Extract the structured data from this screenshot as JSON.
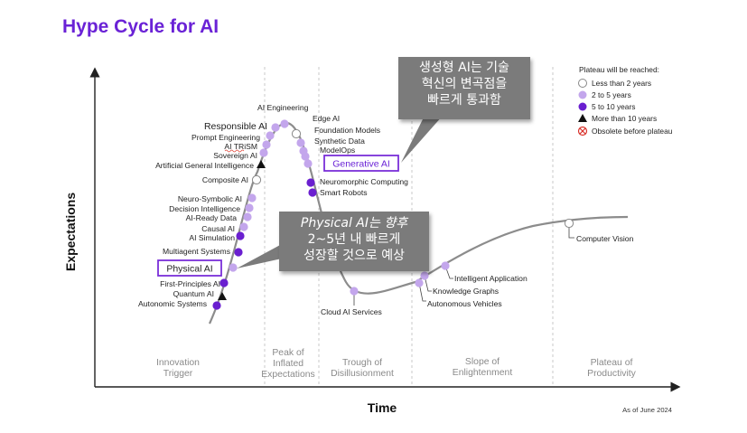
{
  "title": "Hype Cycle for AI",
  "axes": {
    "y_label": "Expectations",
    "x_label": "Time"
  },
  "phases": [
    {
      "lines": [
        "Innovation",
        "Trigger"
      ]
    },
    {
      "lines": [
        "Peak of",
        "Inflated",
        "Expectations"
      ]
    },
    {
      "lines": [
        "Trough of",
        "Disillusionment"
      ]
    },
    {
      "lines": [
        "Slope of",
        "Enlightenment"
      ]
    },
    {
      "lines": [
        "Plateau of",
        "Productivity"
      ]
    }
  ],
  "legend": {
    "title": "Plateau will be reached:",
    "items": [
      {
        "label": "Less than 2 years",
        "marker": "circle-white"
      },
      {
        "label": "2 to 5 years",
        "marker": "circle-light-purple"
      },
      {
        "label": "5 to 10 years",
        "marker": "circle-dark-purple"
      },
      {
        "label": "More than 10 years",
        "marker": "triangle-black"
      },
      {
        "label": "Obsolete before plateau",
        "marker": "circle-x-red"
      }
    ]
  },
  "technologies": [
    {
      "name": "Autonomic Systems",
      "marker": "circle-dark-purple"
    },
    {
      "name": "Quantum AI",
      "marker": "triangle-black"
    },
    {
      "name": "First-Principles AI",
      "marker": "circle-dark-purple"
    },
    {
      "name": "Physical AI",
      "marker": "circle-light-purple",
      "highlighted": true
    },
    {
      "name": "Multiagent Systems",
      "marker": "circle-dark-purple"
    },
    {
      "name": "AI Simulation",
      "marker": "circle-dark-purple"
    },
    {
      "name": "Causal AI",
      "marker": "circle-light-purple"
    },
    {
      "name": "AI-Ready Data",
      "marker": "circle-light-purple"
    },
    {
      "name": "Decision Intelligence",
      "marker": "circle-light-purple"
    },
    {
      "name": "Neuro-Symbolic AI",
      "marker": "circle-light-purple"
    },
    {
      "name": "Composite AI",
      "marker": "circle-white"
    },
    {
      "name": "Artificial General Intelligence",
      "marker": "triangle-black"
    },
    {
      "name": "Sovereign AI",
      "marker": "circle-light-purple"
    },
    {
      "name": "AI TRiSM",
      "marker": "circle-light-purple"
    },
    {
      "name": "Prompt Engineering",
      "marker": "circle-light-purple"
    },
    {
      "name": "Responsible AI",
      "marker": "circle-light-purple"
    },
    {
      "name": "AI Engineering",
      "marker": "circle-light-purple"
    },
    {
      "name": "Edge AI",
      "marker": "circle-white"
    },
    {
      "name": "Foundation Models",
      "marker": "circle-light-purple"
    },
    {
      "name": "Synthetic Data",
      "marker": "circle-light-purple"
    },
    {
      "name": "ModelOps",
      "marker": "circle-light-purple"
    },
    {
      "name": "Generative AI",
      "marker": "circle-light-purple",
      "highlighted": true
    },
    {
      "name": "Neuromorphic Computing",
      "marker": "circle-dark-purple"
    },
    {
      "name": "Smart Robots",
      "marker": "circle-dark-purple"
    },
    {
      "name": "Cloud AI Services",
      "marker": "circle-light-purple"
    },
    {
      "name": "Autonomous Vehicles",
      "marker": "circle-light-purple"
    },
    {
      "name": "Knowledge Graphs",
      "marker": "circle-light-purple"
    },
    {
      "name": "Intelligent Application",
      "marker": "circle-light-purple"
    },
    {
      "name": "Computer Vision",
      "marker": "circle-white"
    }
  ],
  "callouts": [
    {
      "lines": [
        "생성형 AI는 기술",
        "혁신의 변곡점을",
        "빠르게 통과함"
      ]
    },
    {
      "lines": [
        "Physical AI는 향후",
        "2~5년 내 빠르게",
        "성장할 것으로 예상"
      ]
    }
  ],
  "as_of": "As of June 2024",
  "colors": {
    "title": "#6a22d6",
    "light_purple": "#c3a6ec",
    "dark_purple": "#6a1fd0",
    "highlight_box": "#7a2fd9",
    "curve": "#8c8c8c",
    "callout_bg": "#7b7b7b",
    "obsolete": "#d9322b"
  }
}
